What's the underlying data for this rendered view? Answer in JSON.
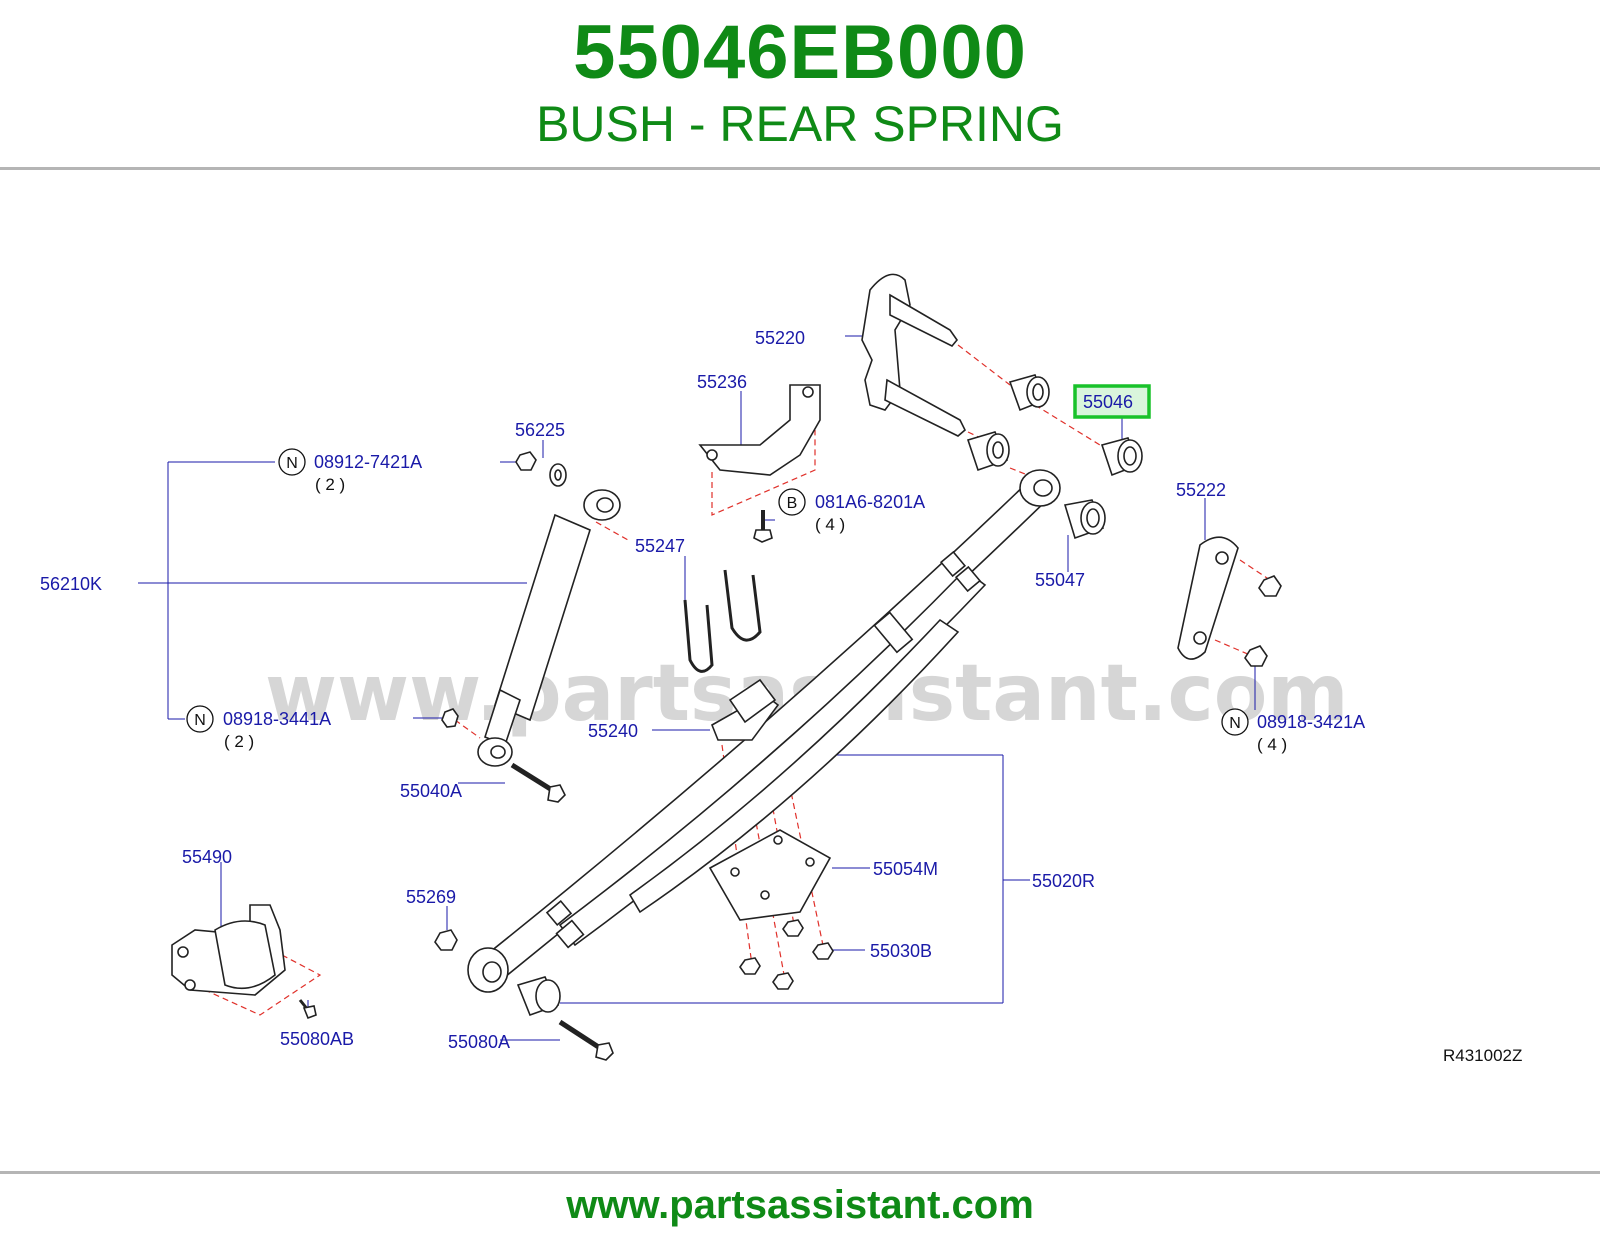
{
  "header": {
    "part_number": "55046EB000",
    "part_name": "BUSH - REAR SPRING"
  },
  "footer": {
    "url": "www.partsassistant.com"
  },
  "watermark": "www.partsassistant.com",
  "diagram": {
    "reference_code": "R431002Z",
    "highlighted_part": "55046",
    "highlight_color": "#19c22a",
    "label_color": "#1a1aa8",
    "callouts": {
      "c55220": "55220",
      "c55236": "55236",
      "c55046": "55046",
      "c56225": "56225",
      "c08912": "08912-7421A",
      "c08912_qty": "( 2 )",
      "c081a6": "081A6-8201A",
      "c081a6_qty": "( 4 )",
      "c55222": "55222",
      "c55247": "55247",
      "c55047": "55047",
      "c56210k": "56210K",
      "c55240": "55240",
      "c08918_3441": "08918-3441A",
      "c08918_3441_qty": "( 2 )",
      "c08918_3421": "08918-3421A",
      "c08918_3421_qty": "( 4 )",
      "c55040a": "55040A",
      "c55490": "55490",
      "c55054m": "55054M",
      "c55020r": "55020R",
      "c55269": "55269",
      "c55030b": "55030B",
      "c55080ab": "55080AB",
      "c55080a": "55080A"
    },
    "circle_letters": {
      "n": "N",
      "b": "B"
    }
  }
}
